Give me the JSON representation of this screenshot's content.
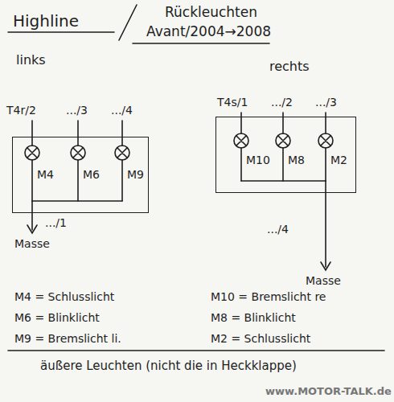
{
  "diagram": {
    "title": "Highline",
    "nodes": [
      {
        "text": [
          "M4",
          "M6",
          "M9"
        ]
      },
      {
        "text": [
          "M10",
          "M8",
          "M2"
        ]
      }
    ],
    "labels": [
      "Rückleuchten",
      "Avant/2004→2008",
      "links",
      "rechts",
      "T4r/2",
      ".../3",
      ".../4",
      ".../1",
      "Masse",
      "T4s/1",
      ".../2",
      ".../3",
      ".../4",
      "Masse",
      "M4 = Schlusslicht",
      "M6 = Blinklicht",
      "M9 = Bremslicht li.",
      "M10 = Bremslicht re",
      "M8 = Blinklicht",
      "M2 = Schlusslicht",
      "äußere Leuchten (nicht die in Heckklappe)",
      "www.MOTOR-TALK.de"
    ]
  }
}
